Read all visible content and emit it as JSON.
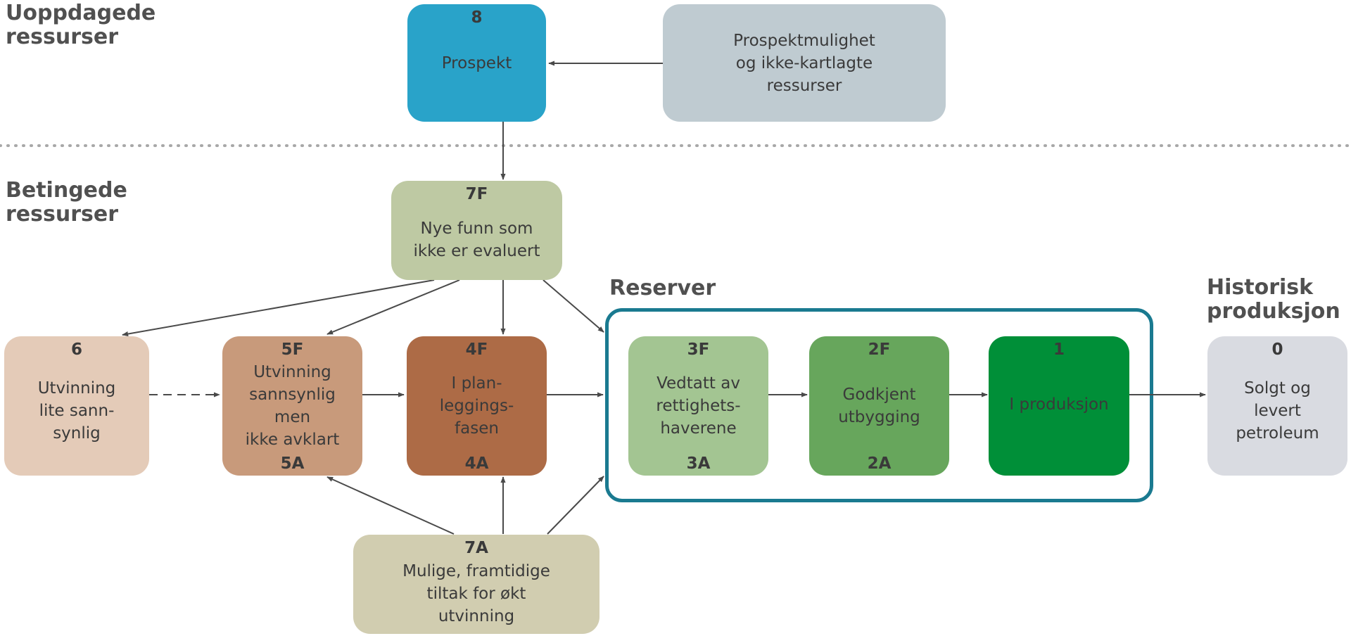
{
  "sections": {
    "undiscovered": "Uoppdagede\nressurser",
    "contingent": "Betingede\nressurser",
    "reserves": "Reserver",
    "historical": "Historisk\nproduksjon"
  },
  "boxes": {
    "prospect": {
      "code": "8",
      "label": "Prospekt"
    },
    "prospect_opportunity": {
      "label": "Prospektmulighet\nog ikke-kartlagte\nressurser"
    },
    "new_discoveries": {
      "code": "7F",
      "label": "Nye funn som\nikke er evaluert"
    },
    "recovery_unlikely": {
      "code": "6",
      "label": "Utvinning\nlite sann-\nsynlig"
    },
    "recovery_likely": {
      "code": "5F",
      "label": "Utvinning\nsannsynlig\nmen\nikke avklart",
      "code_bottom": "5A"
    },
    "planning": {
      "code": "4F",
      "label": "I plan-\nleggings-\nfasen",
      "code_bottom": "4A"
    },
    "decided": {
      "code": "3F",
      "label": "Vedtatt av\nrettighets-\nhaverene",
      "code_bottom": "3A"
    },
    "approved": {
      "code": "2F",
      "label": "Godkjent\nutbygging",
      "code_bottom": "2A"
    },
    "in_production": {
      "code": "1",
      "label": "I produksjon"
    },
    "sold": {
      "code": "0",
      "label": "Solgt og\nlevert\npetroleum"
    },
    "future_measures": {
      "code": "7A",
      "label": "Mulige, framtidige\ntiltak for økt\nutvinning"
    }
  },
  "colors": {
    "prospect": "#29a3c9",
    "prospect_opportunity": "#bfcbd1",
    "new_discoveries": "#bec9a3",
    "recovery_unlikely": "#e4cbb8",
    "recovery_likely": "#c89a7b",
    "planning": "#ad6b46",
    "decided": "#a3c592",
    "approved": "#67a65c",
    "in_production": "#008f38",
    "sold": "#d9dbe1",
    "future_measures": "#d1cdb0",
    "reserves_frame": "#1a7a90",
    "arrow": "#4a4a4a",
    "divider": "#a8a8a8"
  }
}
